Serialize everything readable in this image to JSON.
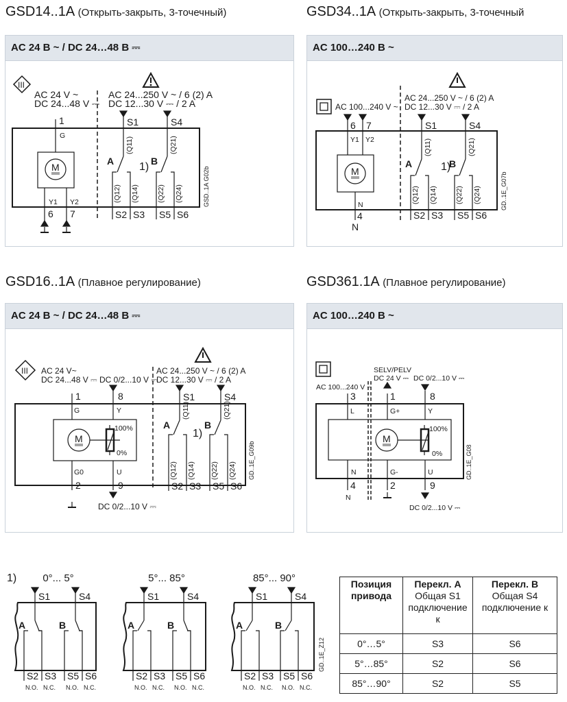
{
  "sections": [
    {
      "model": "GSD14..1A",
      "subtitle": "(Открыть-закрыть, 3-точечный)",
      "supply_header": "AC 24 В ~ / DC 24…48 В ⎓"
    },
    {
      "model": "GSD34..1A",
      "subtitle": "(Открыть-закрыть, 3-точечный",
      "supply_header": "AC 100…240 В ~"
    },
    {
      "model": "GSD16..1A",
      "subtitle": "(Плавное регулирование)",
      "supply_header": "AC 24 В ~ / DC 24…48 В ⎓"
    },
    {
      "model": "GSD361.1A",
      "subtitle": "(Плавное регулирование)",
      "supply_header": "AC 100…240 В ~"
    }
  ],
  "diagrams": {
    "gsd14": {
      "supply1": "AC 24 V ~",
      "supply2": "DC 24...48 V ⎓",
      "code": "GSD..1A  G02b"
    },
    "gsd34": {
      "supply": "AC 100...240 V ~",
      "code": "GD..1E_G07b"
    },
    "gsd16": {
      "supply1": "AC 24 V~",
      "supply2": "DC 24...48 V ⎓",
      "signal": "DC 0/2...10 V ⎓",
      "feedback": "DC 0/2...10 V ⎓",
      "code": "GD..1E_G09b"
    },
    "gsd361": {
      "selv": "SELV/PELV",
      "dc24": "DC 24 V ⎓",
      "signal": "DC 0/2...10 V ⎓",
      "supply": "AC 100...240 V ~",
      "feedback": "DC 0/2...10 V ⎓",
      "code": "GD..1E_G08"
    },
    "relay1": "AC 24...250 V ~ / 6 (2) A",
    "relay2": "DC 12...30 V ⎓ / 2 A"
  },
  "labels": {
    "S1": "S1",
    "S2": "S2",
    "S3": "S3",
    "S4": "S4",
    "S5": "S5",
    "S6": "S6",
    "Q11": "(Q11)",
    "Q12": "(Q12)",
    "Q14": "(Q14)",
    "Q21": "(Q21)",
    "Q22": "(Q22)",
    "Q24": "(Q24)",
    "A": "A",
    "B": "B",
    "note": "1)",
    "M": "M",
    "t1": "1",
    "t2": "2",
    "t3": "3",
    "t4": "4",
    "t6": "6",
    "t7": "7",
    "t8": "8",
    "t9": "9",
    "G": "G",
    "G0": "G0",
    "Gp": "G+",
    "Gm": "G-",
    "Y": "Y",
    "U": "U",
    "Y1": "Y1",
    "Y2": "Y2",
    "L": "L",
    "N": "N",
    "p100": "100%",
    "p0": "0%",
    "NO": "N.O.",
    "NC": "N.C."
  },
  "switch_positions": {
    "note": "1)",
    "ranges": [
      "0°... 5°",
      "5°... 85°",
      "85°... 90°"
    ],
    "code": "GD..1E_Z12"
  },
  "table": {
    "headers": [
      {
        "title": "Позиция привода",
        "sub": ""
      },
      {
        "title": "Перекл. A",
        "sub": "Общая S1 подключение к"
      },
      {
        "title": "Перекл. B",
        "sub": "Общая S4 подключение к"
      }
    ],
    "rows": [
      [
        "0°…5°",
        "S3",
        "S6"
      ],
      [
        "5°…85°",
        "S2",
        "S6"
      ],
      [
        "85°…90°",
        "S2",
        "S5"
      ]
    ]
  },
  "icons": [
    "protection-class-iii-icon",
    "double-insulation-icon",
    "warning-triangle-icon",
    "motor-icon",
    "potentiometer-icon",
    "ground-icon"
  ]
}
